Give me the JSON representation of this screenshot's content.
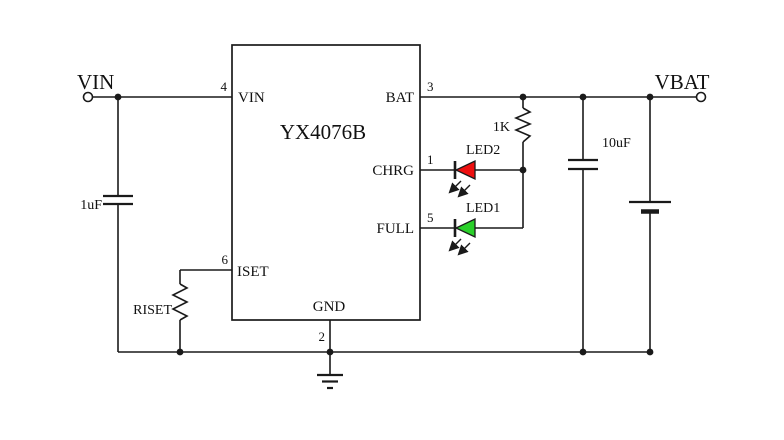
{
  "terminals": {
    "vin": "VIN",
    "vbat": "VBAT"
  },
  "ic": {
    "name": "YX4076B",
    "pins": {
      "vin": {
        "num": "4",
        "label": "VIN"
      },
      "bat": {
        "num": "3",
        "label": "BAT"
      },
      "chrg": {
        "num": "1",
        "label": "CHRG"
      },
      "full": {
        "num": "5",
        "label": "FULL"
      },
      "iset": {
        "num": "6",
        "label": "ISET"
      },
      "gnd": {
        "num": "2",
        "label": "GND"
      }
    }
  },
  "components": {
    "c_in": {
      "value": "1uF"
    },
    "r_iset": {
      "value": "RISET"
    },
    "r_led": {
      "value": "1K"
    },
    "led2": {
      "name": "LED2",
      "color": "#ee0f0f"
    },
    "led1": {
      "name": "LED1",
      "color": "#2ad02a"
    },
    "c_out": {
      "value": "10uF"
    }
  },
  "colors": {
    "wire": "#1a1a1a",
    "background": "#ffffff"
  }
}
